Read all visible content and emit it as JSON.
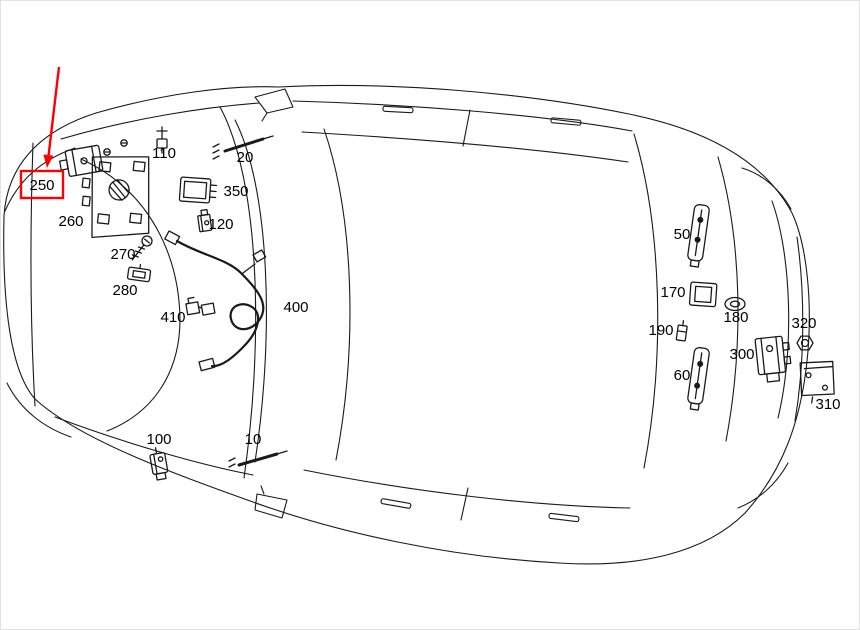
{
  "diagram": {
    "type": "vehicle-parts-diagram",
    "view": "top view line drawing of a car with numbered antenna/electrical component callouts",
    "colors": {
      "line": "#1a1a1a",
      "highlight": "#ff0000",
      "background": "#ffffff",
      "label_text": "#000000"
    },
    "highlighted_part": "250",
    "parts": [
      {
        "label": "250",
        "highlighted": true
      },
      {
        "label": "260",
        "highlighted": false
      },
      {
        "label": "270",
        "highlighted": false
      },
      {
        "label": "280",
        "highlighted": false
      },
      {
        "label": "110",
        "highlighted": false
      },
      {
        "label": "20",
        "highlighted": false
      },
      {
        "label": "350",
        "highlighted": false
      },
      {
        "label": "120",
        "highlighted": false
      },
      {
        "label": "410",
        "highlighted": false
      },
      {
        "label": "400",
        "highlighted": false
      },
      {
        "label": "100",
        "highlighted": false
      },
      {
        "label": "10",
        "highlighted": false
      },
      {
        "label": "50",
        "highlighted": false
      },
      {
        "label": "170",
        "highlighted": false
      },
      {
        "label": "190",
        "highlighted": false
      },
      {
        "label": "180",
        "highlighted": false
      },
      {
        "label": "60",
        "highlighted": false
      },
      {
        "label": "300",
        "highlighted": false
      },
      {
        "label": "320",
        "highlighted": false
      },
      {
        "label": "310",
        "highlighted": false
      }
    ]
  }
}
